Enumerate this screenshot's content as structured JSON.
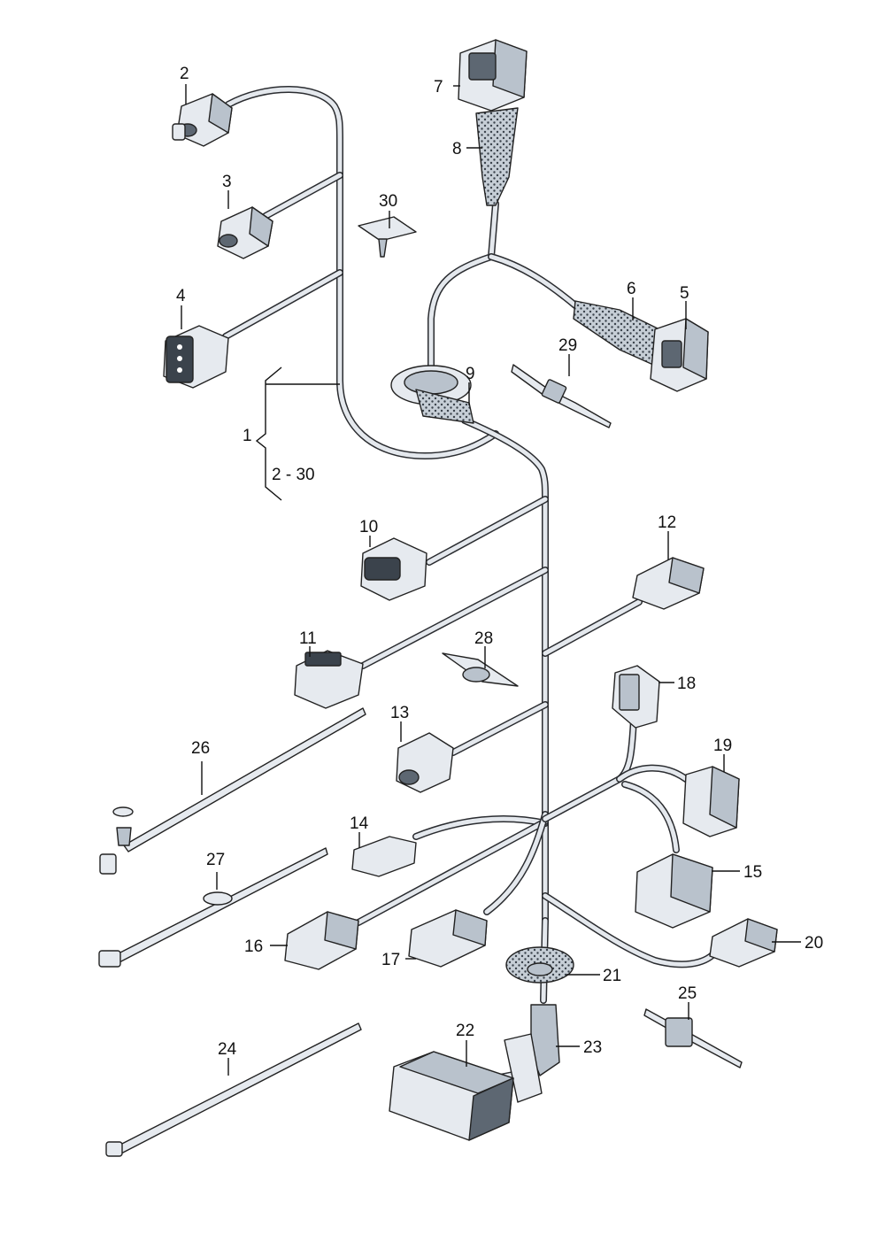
{
  "diagram": {
    "callouts": {
      "c1": "1",
      "c2": "2",
      "c3": "3",
      "c4": "4",
      "c5": "5",
      "c6": "6",
      "c7": "7",
      "c8": "8",
      "c9": "9",
      "c10": "10",
      "c11": "11",
      "c12": "12",
      "c13": "13",
      "c14": "14",
      "c15": "15",
      "c16": "16",
      "c17": "17",
      "c18": "18",
      "c19": "19",
      "c20": "20",
      "c21": "21",
      "c22": "22",
      "c23": "23",
      "c24": "24",
      "c25": "25",
      "c26": "26",
      "c27": "27",
      "c28": "28",
      "c29": "29",
      "c30": "30",
      "range": "2 - 30"
    },
    "colors": {
      "wire_outline": "#2a2c30",
      "wire_fill": "#e4e8ed",
      "part_light": "#e6eaef",
      "part_mid": "#b9c2cc",
      "part_dark": "#5d6772"
    }
  }
}
